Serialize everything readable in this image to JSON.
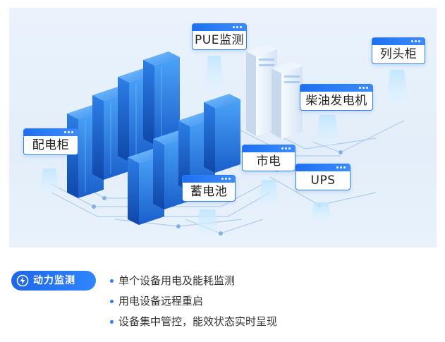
{
  "labels": {
    "pue": "PUE监测",
    "column_cabinet": "列头柜",
    "generator": "柴油发电机",
    "distribution_cabinet": "配电柜",
    "mains": "市电",
    "ups": "UPS",
    "battery": "蓄电池"
  },
  "footer": {
    "badge_icon": "lightning-icon",
    "badge_label": "动力监测",
    "features": [
      "单个设备用电及能耗监测",
      "用电设备远程重启",
      "设备集中管控，能效状态实时呈现"
    ]
  },
  "colors": {
    "accent": "#2f7ff0",
    "badge_start": "#1e66e8",
    "badge_end": "#2f86ff",
    "server_dark": "#1456c8",
    "server_light": "#3f9bf5"
  }
}
